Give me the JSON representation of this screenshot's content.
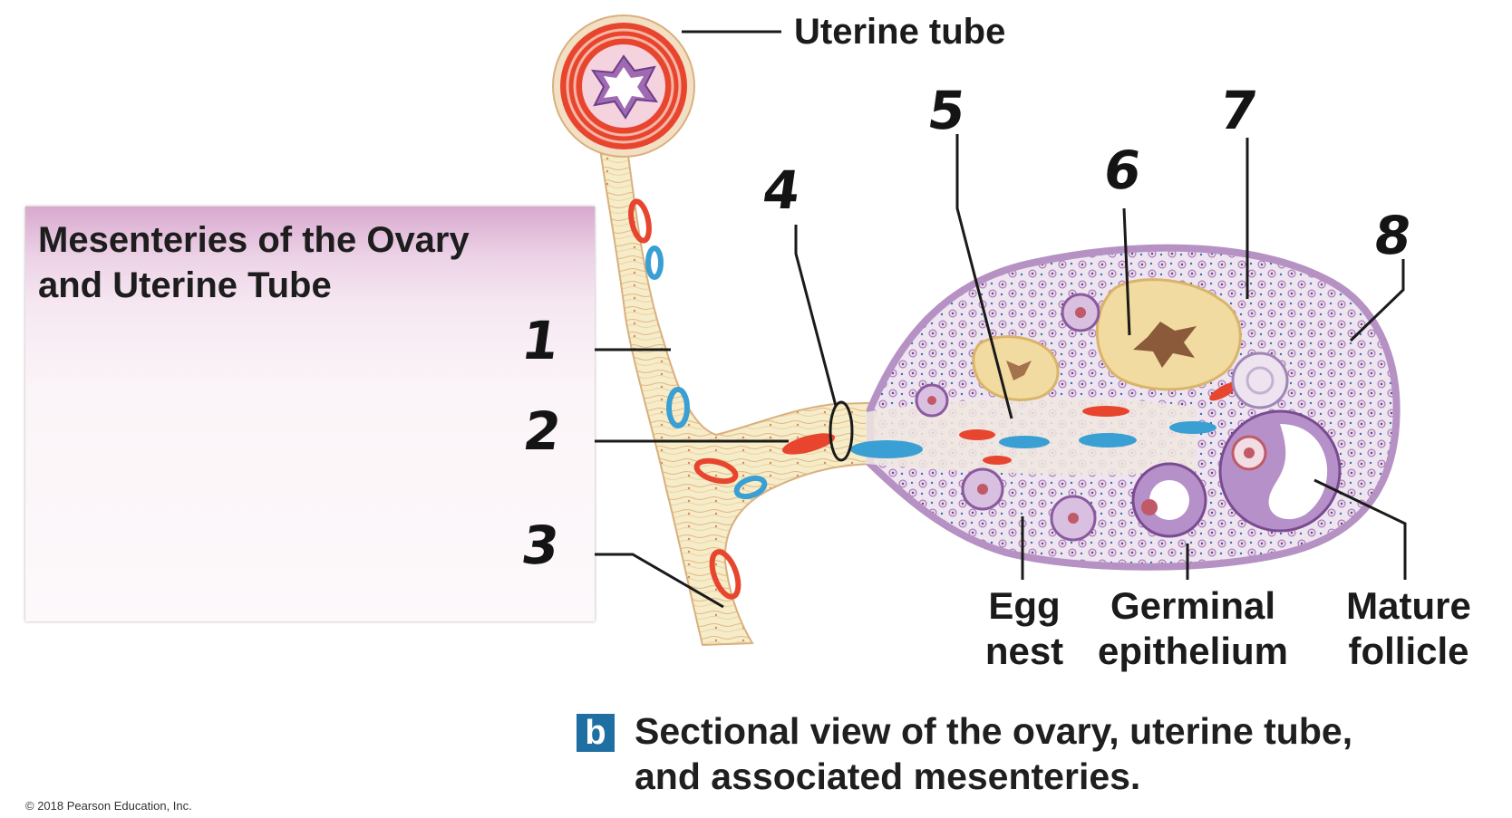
{
  "box": {
    "title": "Mesenteries of the Ovary\nand Uterine Tube"
  },
  "labels": {
    "uterine_tube": "Uterine tube",
    "egg_nest": "Egg\nnest",
    "germinal_epithelium": "Germinal\nepithelium",
    "mature_follicle": "Mature\nfollicle"
  },
  "numbers": [
    "1",
    "2",
    "3",
    "4",
    "5",
    "6",
    "7",
    "8"
  ],
  "caption": {
    "badge": "b",
    "text": "Sectional view of the ovary, uterine tube,\nand associated mesenteries."
  },
  "copyright": "© 2018 Pearson Education, Inc.",
  "colors": {
    "tissue": "#f6ecc8",
    "artery": "#e8452f",
    "vein": "#3a9fd3",
    "capsule": "#b691c4",
    "follicle": "#a06ab3",
    "corpus": "#f2dba0"
  }
}
